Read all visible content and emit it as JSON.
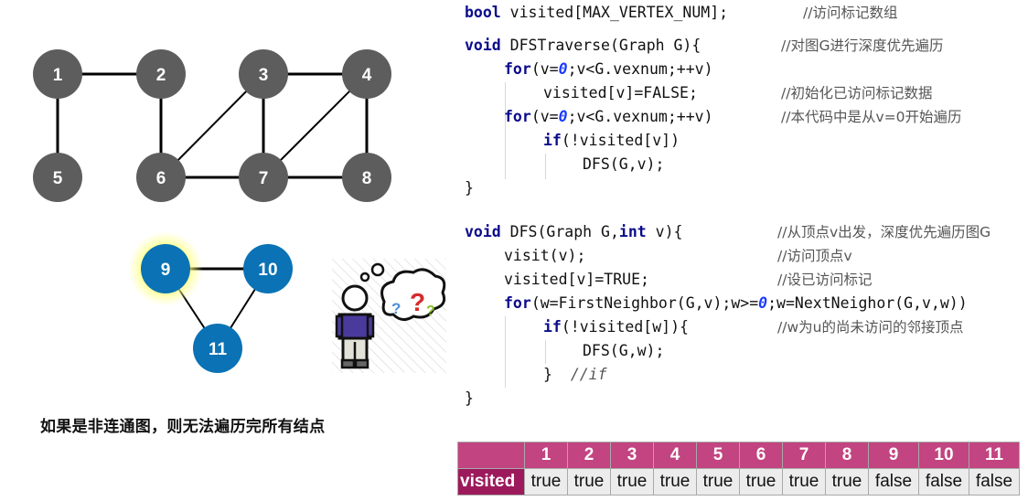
{
  "graph": {
    "component1": {
      "node_color": "#5d5d5d",
      "nodes": [
        {
          "id": "1",
          "label": "1"
        },
        {
          "id": "2",
          "label": "2"
        },
        {
          "id": "3",
          "label": "3"
        },
        {
          "id": "4",
          "label": "4"
        },
        {
          "id": "5",
          "label": "5"
        },
        {
          "id": "6",
          "label": "6"
        },
        {
          "id": "7",
          "label": "7"
        },
        {
          "id": "8",
          "label": "8"
        }
      ],
      "edges": [
        [
          "1",
          "2"
        ],
        [
          "1",
          "5"
        ],
        [
          "2",
          "6"
        ],
        [
          "3",
          "4"
        ],
        [
          "3",
          "6"
        ],
        [
          "3",
          "7"
        ],
        [
          "4",
          "7"
        ],
        [
          "4",
          "8"
        ],
        [
          "6",
          "7"
        ],
        [
          "7",
          "8"
        ]
      ]
    },
    "component2": {
      "node_color": "#0a72b5",
      "highlight_color": "#ffff66",
      "highlighted": "9",
      "nodes": [
        {
          "id": "9",
          "label": "9"
        },
        {
          "id": "10",
          "label": "10"
        },
        {
          "id": "11",
          "label": "11"
        }
      ],
      "edges": [
        [
          "9",
          "10"
        ],
        [
          "9",
          "11"
        ],
        [
          "10",
          "11"
        ]
      ]
    }
  },
  "illustration": {
    "icon": "confused-person-thought-bubble-icon"
  },
  "caption": "如果是非连通图，则无法遍历完所有结点",
  "code": {
    "l1": {
      "kw": "bool",
      "rest": " visited[MAX_VERTEX_NUM];",
      "comment": "//访问标记数组"
    },
    "l2": {
      "kw": "void",
      "rest": " DFSTraverse(Graph G){",
      "comment": "//对图G进行深度优先遍历"
    },
    "l3": {
      "kw": "for",
      "pre": "(v=",
      "num": "0",
      "post": ";v<G.vexnum;++v)"
    },
    "l4": {
      "text": "visited[v]=FALSE;",
      "comment": "//初始化已访问标记数据"
    },
    "l5": {
      "kw": "for",
      "pre": "(v=",
      "num": "0",
      "post": ";v<G.vexnum;++v)",
      "comment": "//本代码中是从v=0开始遍历"
    },
    "l6": {
      "kw": "if",
      "post": "(!visited[v])"
    },
    "l7": {
      "text": "DFS(G,v);"
    },
    "l8": {
      "text": "}"
    },
    "l9": {
      "kw": "void",
      "pre": " DFS(Graph G,",
      "kw2": "int",
      "post": " v){",
      "comment": "//从顶点v出发，深度优先遍历图G"
    },
    "l10": {
      "text": "visit(v);",
      "comment": "//访问顶点v"
    },
    "l11": {
      "text": "visited[v]=TRUE;",
      "comment": "//设已访问标记"
    },
    "l12": {
      "kw": "for",
      "pre": "(w=FirstNeighbor(G,v);w>=",
      "num": "0",
      "post": ";w=NextNeighor(G,v,w))"
    },
    "l13": {
      "kw": "if",
      "post": "(!visited[w]){",
      "comment": "//w为u的尚未访问的邻接顶点"
    },
    "l14": {
      "text": "DFS(G,w);"
    },
    "l15": {
      "text": "}",
      "comment": "//if"
    },
    "l16": {
      "text": "}"
    }
  },
  "visited_table": {
    "row_label": "visited",
    "header_color": "#c24480",
    "label_color": "#9c1a5c",
    "columns": [
      "1",
      "2",
      "3",
      "4",
      "5",
      "6",
      "7",
      "8",
      "9",
      "10",
      "11"
    ],
    "values": [
      "true",
      "true",
      "true",
      "true",
      "true",
      "true",
      "true",
      "true",
      "false",
      "false",
      "false"
    ]
  }
}
